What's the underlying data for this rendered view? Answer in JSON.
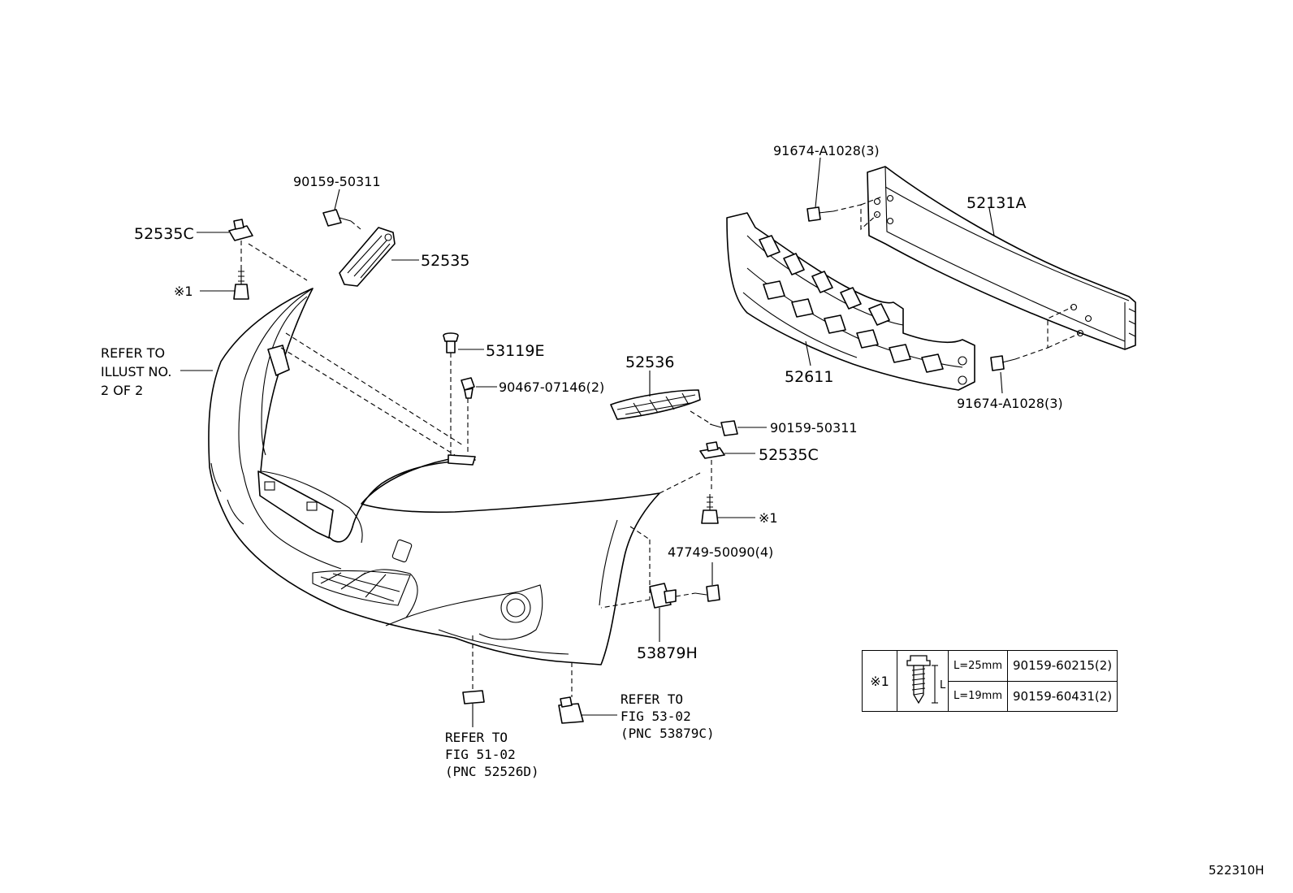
{
  "labels": {
    "p52535C_top": "52535C",
    "p90159_50311_top": "90159-50311",
    "p52535": "52535",
    "note1_left": "※1",
    "refer_illust_1": "REFER TO",
    "refer_illust_2": "ILLUST NO.",
    "refer_illust_3": "2 OF 2",
    "p53119E": "53119E",
    "p90467": "90467-07146(2)",
    "p52536": "52536",
    "p90159_50311_right": "90159-50311",
    "p52535C_right": "52535C",
    "note1_right": "※1",
    "p47749": "47749-50090(4)",
    "p53879H": "53879H",
    "p91674_top": "91674-A1028(3)",
    "p52131A": "52131A",
    "p52611": "52611",
    "p91674_bottom": "91674-A1028(3)",
    "refer_fig51_1": "REFER TO",
    "refer_fig51_2": "FIG 51-02",
    "refer_fig51_3": "(PNC 52526D)",
    "refer_fig53_1": "REFER TO",
    "refer_fig53_2": "FIG 53-02",
    "refer_fig53_3": "(PNC 53879C)"
  },
  "legend": {
    "symbol": "※1",
    "dimension_label": "L",
    "rows": [
      {
        "length": "L=25mm",
        "part": "90159-60215(2)"
      },
      {
        "length": "L=19mm",
        "part": "90159-60431(2)"
      }
    ]
  },
  "figure_code": "522310H"
}
